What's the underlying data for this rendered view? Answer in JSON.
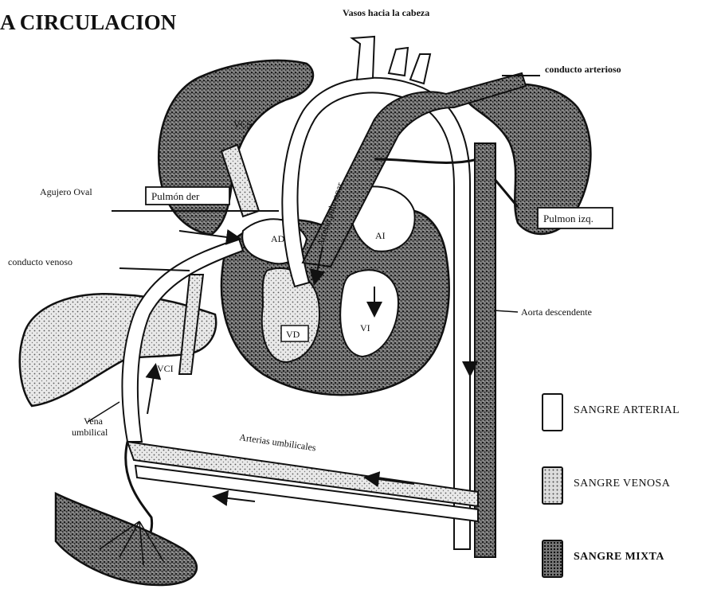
{
  "title": "A CIRCULACION",
  "labels": {
    "vasos_cabeza": "Vasos hacia la cabeza",
    "conducto_arterioso": "conducto arterioso",
    "vcs": "VCS",
    "agujero_oval": "Agujero Oval",
    "pulmon_der": "Pulmón der",
    "pulmon_izq": "Pulmon izq.",
    "arteria_pulmonar": "Arteria pulmonar",
    "ad": "AD",
    "ai": "AI",
    "vd": "VD",
    "vi": "VI",
    "conducto_venoso": "conducto venoso",
    "aorta_descendente": "Aorta descendente",
    "vci": "VCI",
    "vena_umbilical_1": "Vena",
    "vena_umbilical_2": "umbilical",
    "arterias_umbilicales": "Arterias umbilicales"
  },
  "legend": [
    {
      "label": "SANGRE ARTERIAL",
      "fill": "white"
    },
    {
      "label": "SANGRE VENOSA",
      "fill": "light-stipple"
    },
    {
      "label": "SANGRE MIXTA",
      "fill": "dark-stipple"
    }
  ],
  "colors": {
    "ink": "#111111",
    "paper": "#ffffff",
    "venosa": "#cfcfcf",
    "mixta": "#6a6a6a"
  }
}
